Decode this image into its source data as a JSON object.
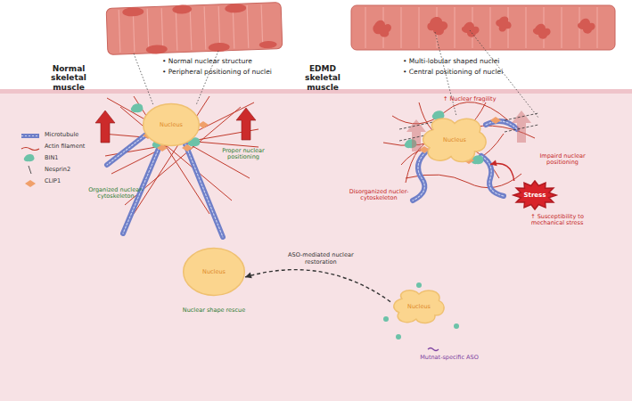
{
  "diagram": {
    "nodes": [
      {
        "text": [
          "Nucleus"
        ]
      },
      {
        "text": [
          "Nucleus"
        ]
      },
      {
        "text": [
          "Stress"
        ]
      },
      {
        "text": [
          "Nucleus",
          "Nuclear shape rescue"
        ]
      },
      {
        "text": [
          "Nucleus"
        ]
      }
    ],
    "edges": [
      {
        "from": 4,
        "to": 3,
        "arrow": "to",
        "label": "ASO-mediated nuclear restoration"
      },
      {
        "from": 2,
        "to": 1,
        "arrow": "to"
      }
    ],
    "labels": [
      "Normal skeletal muscle",
      "• Normal nuclear structure",
      "• Peripheral positioning of nuclei",
      "EDMD skeletal muscle",
      "• Multi-lobular shaped nuclei",
      "• Central positioning of nuclei",
      "Organized nuclear-cytoskeleton",
      "Proper nuclear positioning",
      "↑ Nuclear fragility",
      "Disorganized nucler-cytoskeleton",
      "Impaird nuclear positioning",
      "↑ Susceptibility to mechanical stress",
      "Mutnat-specific ASO"
    ],
    "legend": [
      {
        "text": "Microtubule"
      },
      {
        "text": "Actin filament"
      },
      {
        "text": "BIN1"
      },
      {
        "text": "Nesprin2"
      },
      {
        "text": "CLIP1"
      }
    ]
  }
}
